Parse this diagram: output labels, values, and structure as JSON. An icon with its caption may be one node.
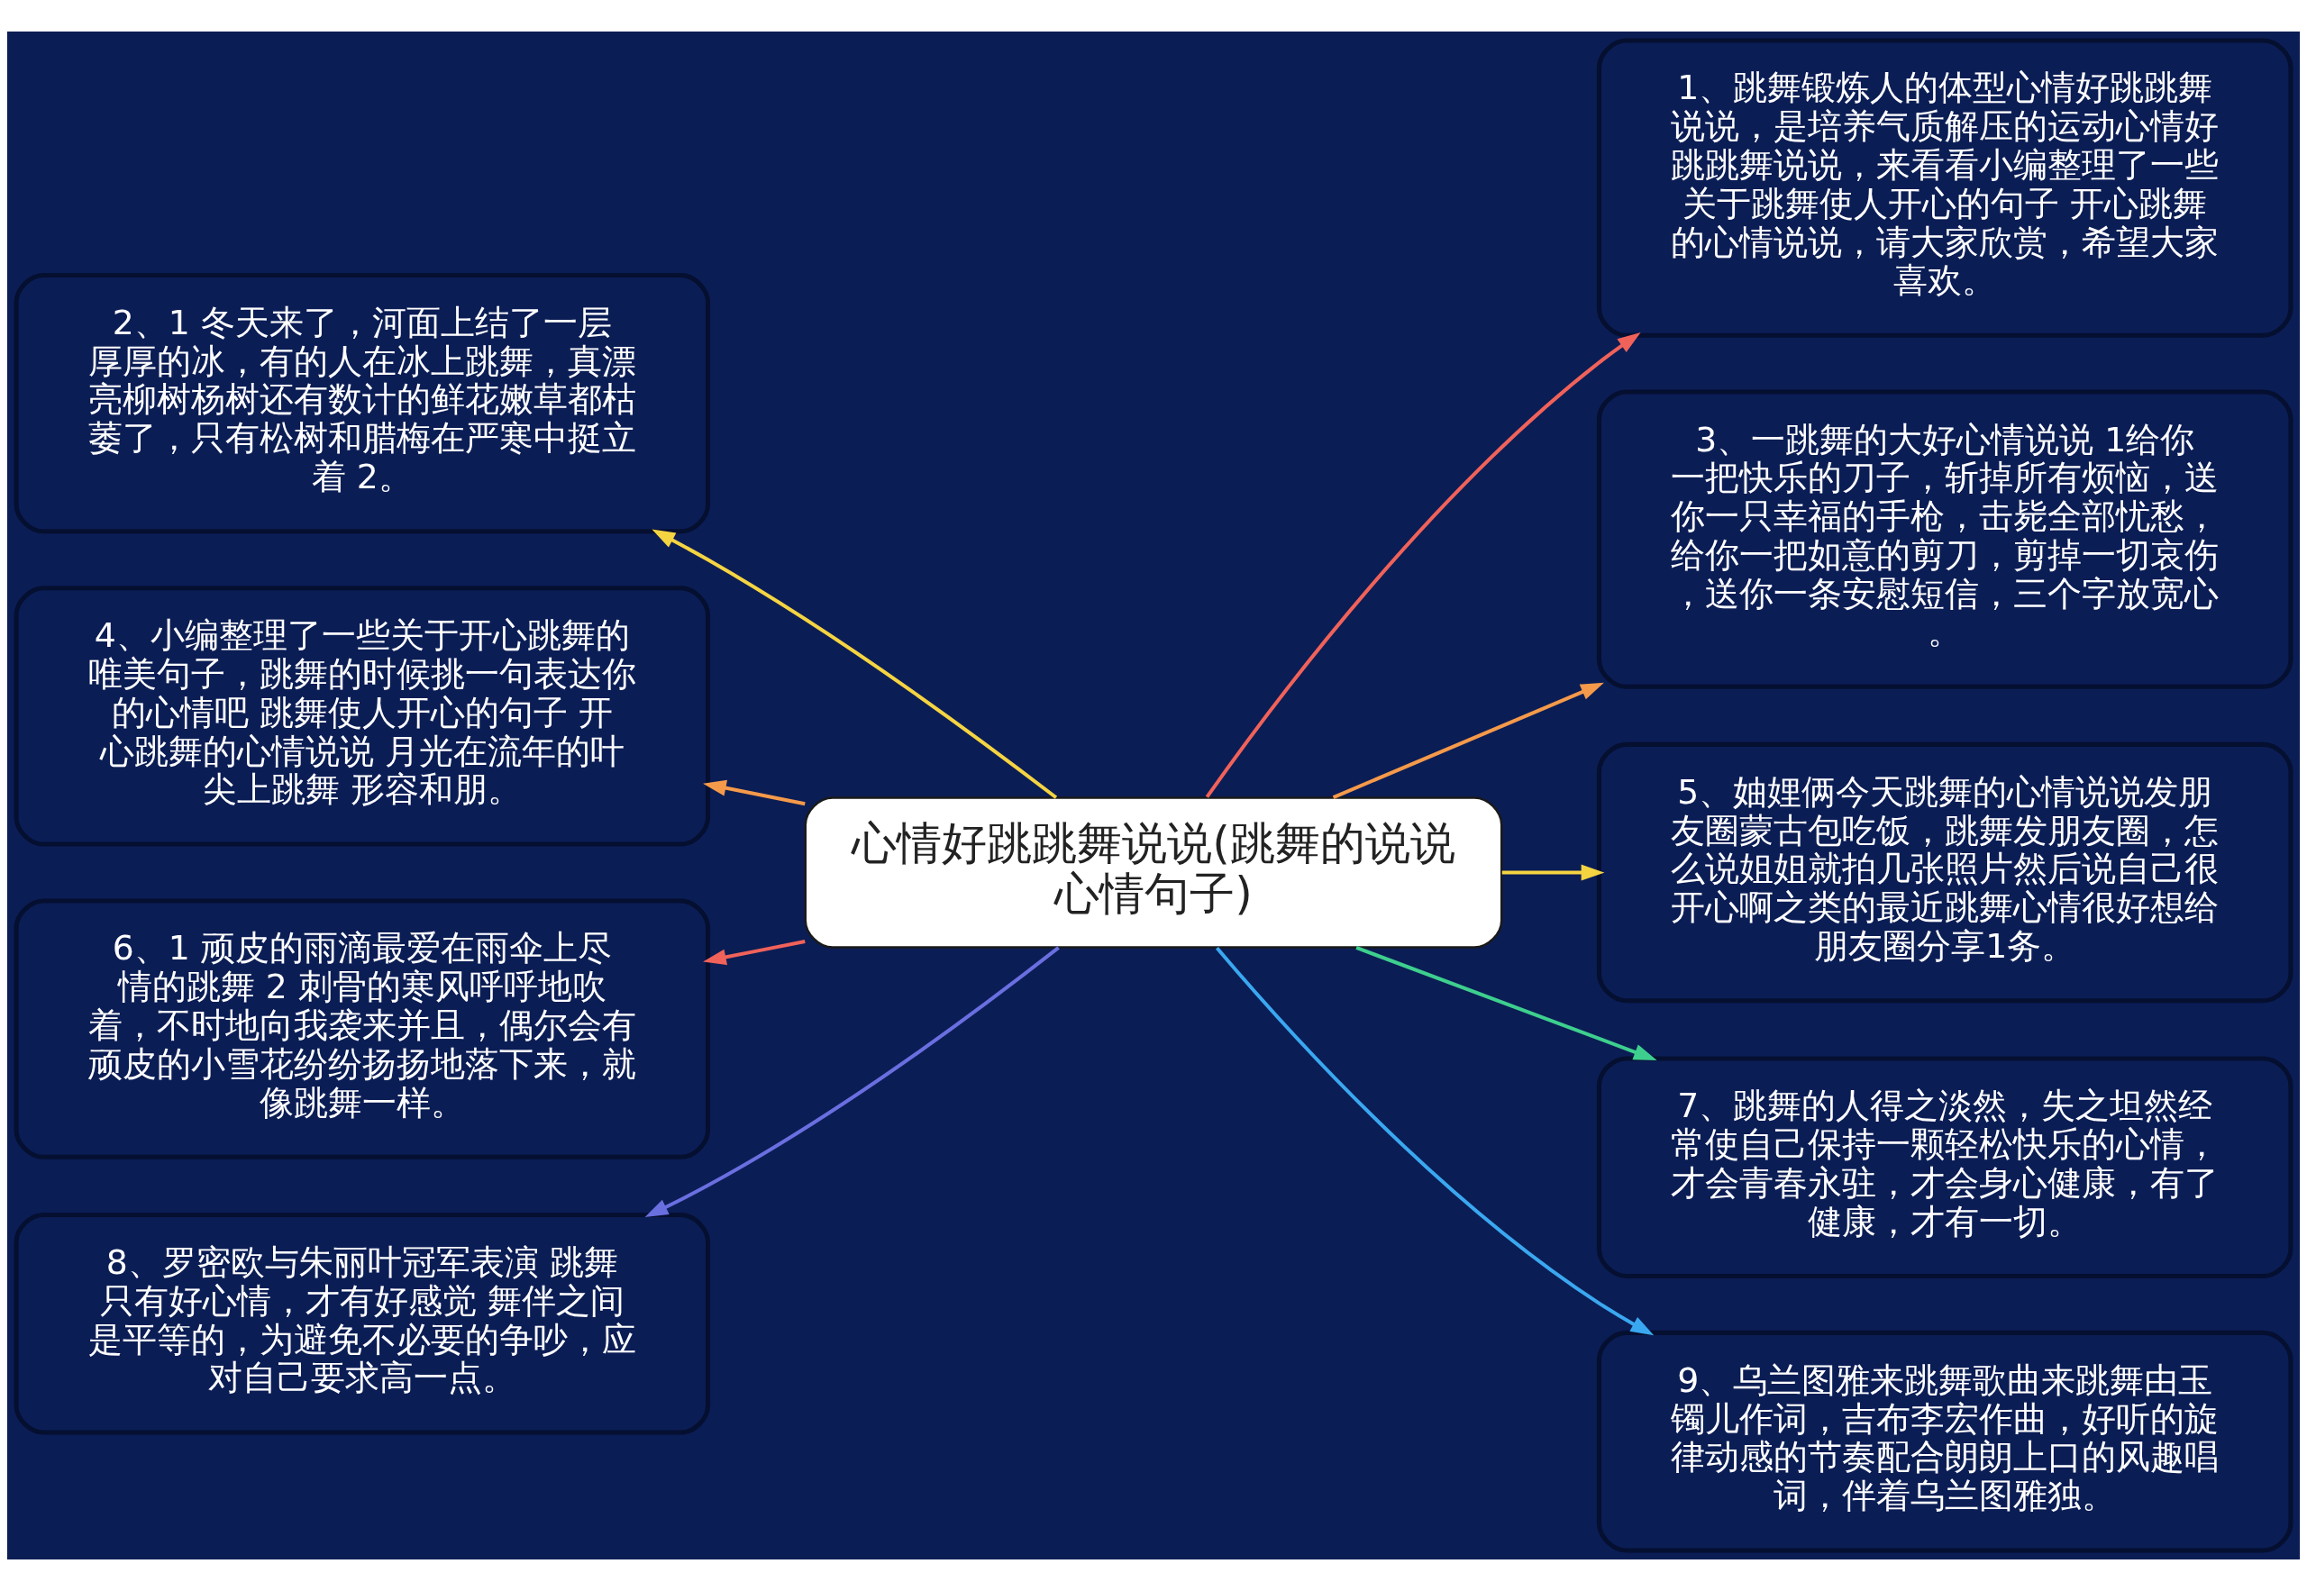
{
  "diagram": {
    "nodes": [
      {
        "text": [
          "心情好跳跳舞说说(跳舞的说说心情句子)"
        ]
      },
      {
        "text": [
          "1、跳舞锻炼人的体型心情好跳跳舞说说，是培养气质解压的运动心情好跳跳舞说说，来看看小编整理了一些关于跳舞使人开心的句子 开心跳舞的心情说说，请大家欣赏，希望大家喜欢。"
        ]
      },
      {
        "text": [
          "2、1 冬天来了，河面上结了一层厚厚的冰，有的人在冰上跳舞，真漂亮柳树杨树还有数计的鲜花嫩草都枯萎了，只有松树和腊梅在严寒中挺立着 2。"
        ]
      },
      {
        "text": [
          "3、一跳舞的大好心情说说 1给你一把快乐的刀子，斩掉所有烦恼，送你一只幸福的手枪，击毙全部忧愁，给你一把如意的剪刀，剪掉一切哀伤，送你一条安慰短信，三个字放宽心。"
        ]
      },
      {
        "text": [
          "4、小编整理了一些关于开心跳舞的唯美句子，跳舞的时候挑一句表达你的心情吧 跳舞使人开心的句子 开心跳舞的心情说说 月光在流年的叶尖上跳舞 形容和朋。"
        ]
      },
      {
        "text": [
          "5、妯娌俩今天跳舞的心情说说发朋友圈蒙古包吃饭，跳舞发朋友圈，怎么说姐姐就拍几张照片然后说自己很开心啊之类的最近跳舞心情很好想给朋友圈分享1务。"
        ]
      },
      {
        "text": [
          "6、1 顽皮的雨滴最爱在雨伞上尽情的跳舞 2 刺骨的寒风呼呼地吹着，不时地向我袭来并且，偶尔会有顽皮的小雪花纷纷扬扬地落下来，就像跳舞一样。"
        ]
      },
      {
        "text": [
          "7、跳舞的人得之淡然，失之坦然经常使自己保持一颗轻松快乐的心情，才会青春永驻，才会身心健康，有了健康，才有一切。"
        ]
      },
      {
        "text": [
          "8、罗密欧与朱丽叶冠军表演 跳舞只有好心情，才有好感觉 舞伴之间是平等的，为避免不必要的争吵，应对自己要求高一点。"
        ]
      },
      {
        "text": [
          "9、乌兰图雅来跳舞歌曲来跳舞由玉镯儿作词，吉布李宏作曲，好听的旋律动感的节奏配合朗朗上口的风趣唱词，伴着乌兰图雅独。"
        ]
      }
    ],
    "edges": [
      {
        "from": 0,
        "to": 1,
        "arrow": "to",
        "color": "#f0625a"
      },
      {
        "from": 0,
        "to": 2,
        "arrow": "to",
        "color": "#f5d442"
      },
      {
        "from": 0,
        "to": 3,
        "arrow": "to",
        "color": "#f59a4a"
      },
      {
        "from": 0,
        "to": 4,
        "arrow": "to",
        "color": "#f59a4a"
      },
      {
        "from": 0,
        "to": 5,
        "arrow": "to",
        "color": "#f5d442"
      },
      {
        "from": 0,
        "to": 6,
        "arrow": "to",
        "color": "#f0625a"
      },
      {
        "from": 0,
        "to": 7,
        "arrow": "to",
        "color": "#3ecf8e"
      },
      {
        "from": 0,
        "to": 8,
        "arrow": "to",
        "color": "#6a6fe0"
      },
      {
        "from": 0,
        "to": 9,
        "arrow": "to",
        "color": "#3aa8f0"
      }
    ]
  }
}
